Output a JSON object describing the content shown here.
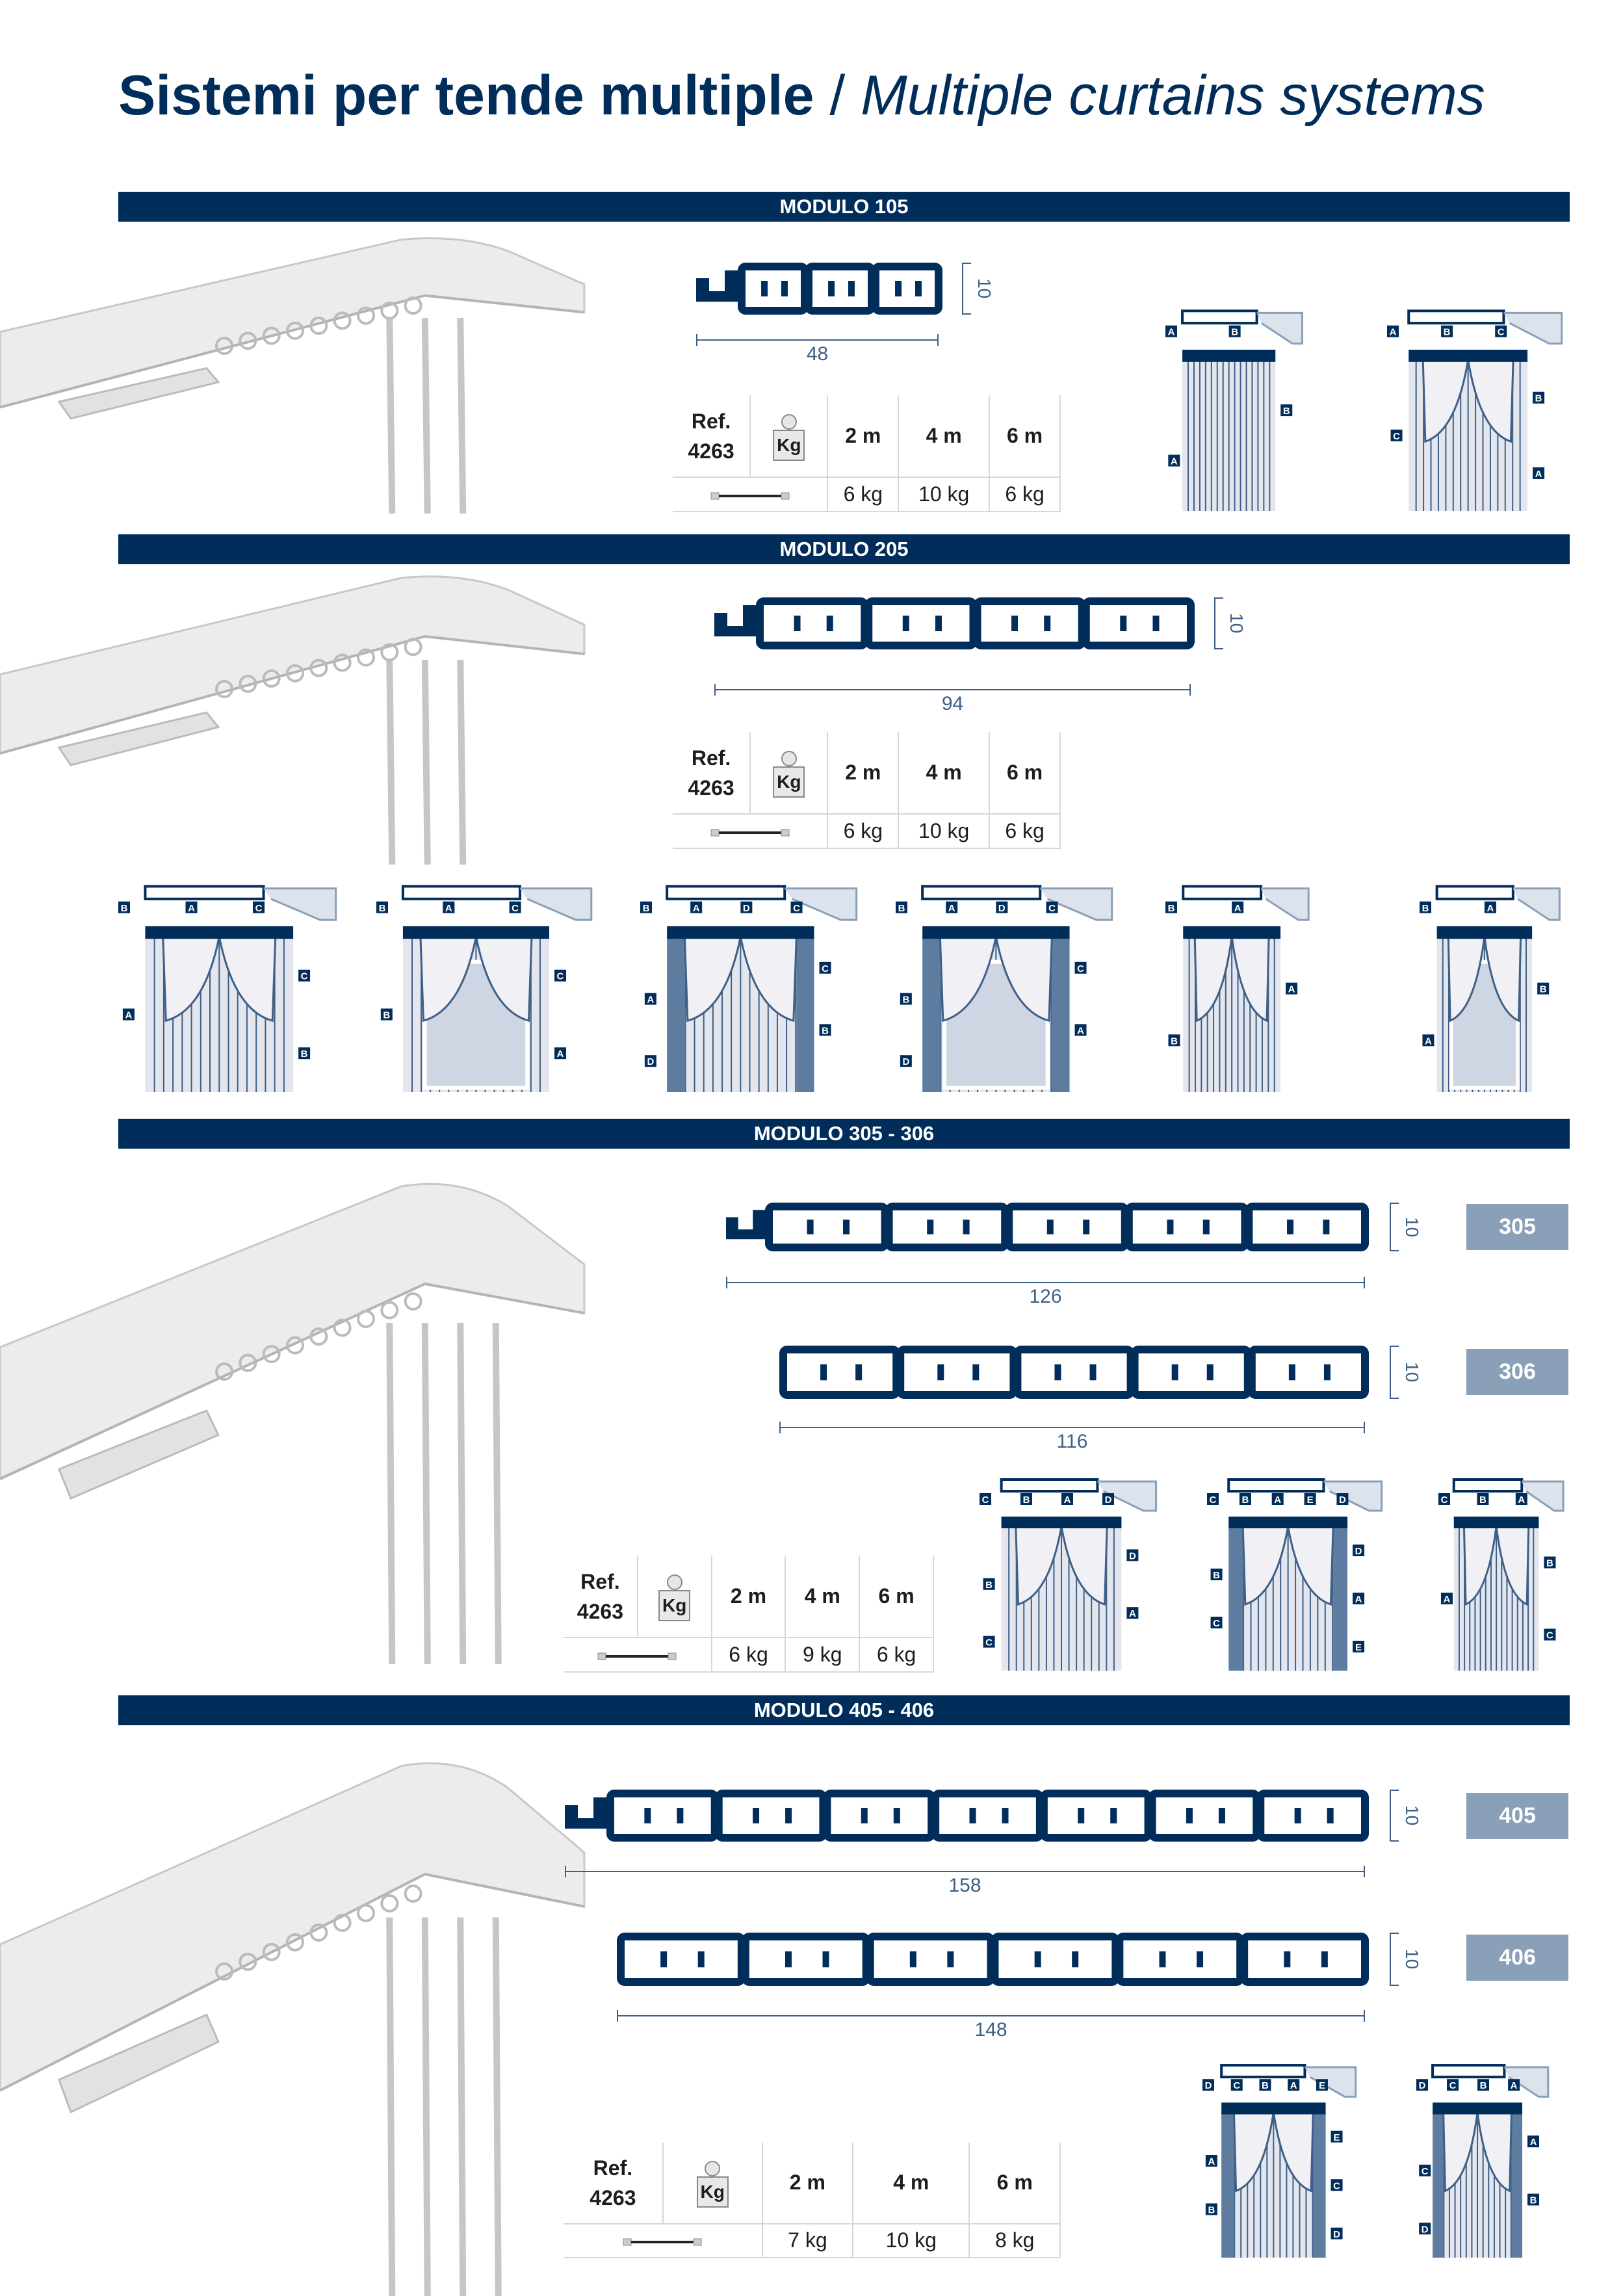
{
  "title": {
    "bold": "Sistemi per tende multiple",
    "separator": " / ",
    "italic": "Multiple curtains systems"
  },
  "colors": {
    "navy": "#002d5a",
    "badge": "#8a9fb8",
    "dim": "#3e5f86",
    "curtain": "#e4e6ee"
  },
  "sections": [
    {
      "band": "MODULO 105",
      "profiles": [
        {
          "width": "48",
          "height": "10",
          "badge": null
        }
      ],
      "table": {
        "ref_label": "Ref.",
        "ref_code": "4263",
        "weight_icon": "Kg",
        "lengths": [
          "2 m",
          "4 m",
          "6 m"
        ],
        "loads": [
          "6 kg",
          "10 kg",
          "6 kg"
        ]
      },
      "diagrams": [
        {
          "style": "straight",
          "labels": [
            "A",
            "B",
            "B",
            "A"
          ]
        },
        {
          "style": "drape",
          "labels": [
            "A",
            "B",
            "C",
            "B",
            "C",
            "A"
          ]
        }
      ]
    },
    {
      "band": "MODULO 205",
      "profiles": [
        {
          "width": "94",
          "height": "10",
          "badge": null
        }
      ],
      "table": {
        "ref_label": "Ref.",
        "ref_code": "4263",
        "weight_icon": "Kg",
        "lengths": [
          "2 m",
          "4 m",
          "6 m"
        ],
        "loads": [
          "6 kg",
          "10 kg",
          "6 kg"
        ]
      },
      "diagrams": [
        {
          "style": "drape",
          "labels": [
            "B",
            "A",
            "C",
            "C",
            "A",
            "B"
          ]
        },
        {
          "style": "drape-window",
          "labels": [
            "B",
            "A",
            "C",
            "C",
            "B",
            "A"
          ]
        },
        {
          "style": "panels",
          "labels": [
            "B",
            "A",
            "D",
            "C",
            "C",
            "A",
            "B",
            "D"
          ]
        },
        {
          "style": "panels-window",
          "labels": [
            "B",
            "A",
            "D",
            "C",
            "C",
            "B",
            "A",
            "D"
          ]
        },
        {
          "style": "drape",
          "labels": [
            "B",
            "A",
            "A",
            "B"
          ]
        },
        {
          "style": "drape-window",
          "labels": [
            "B",
            "A",
            "B",
            "A"
          ]
        }
      ]
    },
    {
      "band": "MODULO 305 - 306",
      "profiles": [
        {
          "width": "126",
          "height": "10",
          "badge": "305"
        },
        {
          "width": "116",
          "height": "10",
          "badge": "306"
        }
      ],
      "table": {
        "ref_label": "Ref.",
        "ref_code": "4263",
        "weight_icon": "Kg",
        "lengths": [
          "2 m",
          "4 m",
          "6 m"
        ],
        "loads": [
          "6 kg",
          "9 kg",
          "6 kg"
        ]
      },
      "diagrams": [
        {
          "style": "drape",
          "labels": [
            "C",
            "B",
            "A",
            "D",
            "D",
            "B",
            "A",
            "C"
          ]
        },
        {
          "style": "panels",
          "labels": [
            "C",
            "B",
            "A",
            "E",
            "D",
            "D",
            "B",
            "A",
            "C",
            "E"
          ]
        },
        {
          "style": "drape",
          "labels": [
            "C",
            "B",
            "A",
            "B",
            "A",
            "C"
          ]
        }
      ]
    },
    {
      "band": "MODULO 405 - 406",
      "profiles": [
        {
          "width": "158",
          "height": "10",
          "badge": "405"
        },
        {
          "width": "148",
          "height": "10",
          "badge": "406"
        }
      ],
      "table": {
        "ref_label": "Ref.",
        "ref_code": "4263",
        "weight_icon": "Kg",
        "lengths": [
          "2 m",
          "4 m",
          "6 m"
        ],
        "loads": [
          "7 kg",
          "10 kg",
          "8 kg"
        ]
      },
      "diagrams": [
        {
          "style": "panels",
          "labels": [
            "D",
            "C",
            "B",
            "A",
            "E",
            "E",
            "A",
            "C",
            "B",
            "D"
          ]
        },
        {
          "style": "panels",
          "labels": [
            "D",
            "C",
            "B",
            "A",
            "A",
            "C",
            "B",
            "D"
          ]
        }
      ]
    }
  ]
}
